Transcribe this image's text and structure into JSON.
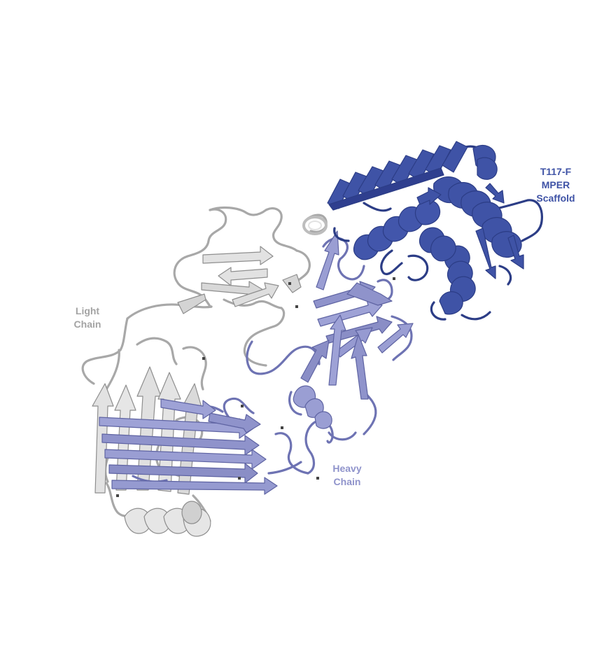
{
  "labels": {
    "scaffold": [
      "T117-F",
      "MPER",
      "Scaffold"
    ],
    "light_chain": [
      "Light",
      "Chain"
    ],
    "heavy_chain": [
      "Heavy",
      "Chain"
    ]
  },
  "colors": {
    "background": "#ffffff",
    "scaffold": "#3f53a6",
    "scaffold_dark": "#2c3d86",
    "heavy_chain": "#8f93cb",
    "heavy_chain_dark": "#5f64a3",
    "light_chain": "#dcdcdc",
    "light_chain_dark": "#9a9a9a",
    "light_label": "#a3a3a3",
    "heavy_label": "#8f93cb"
  }
}
